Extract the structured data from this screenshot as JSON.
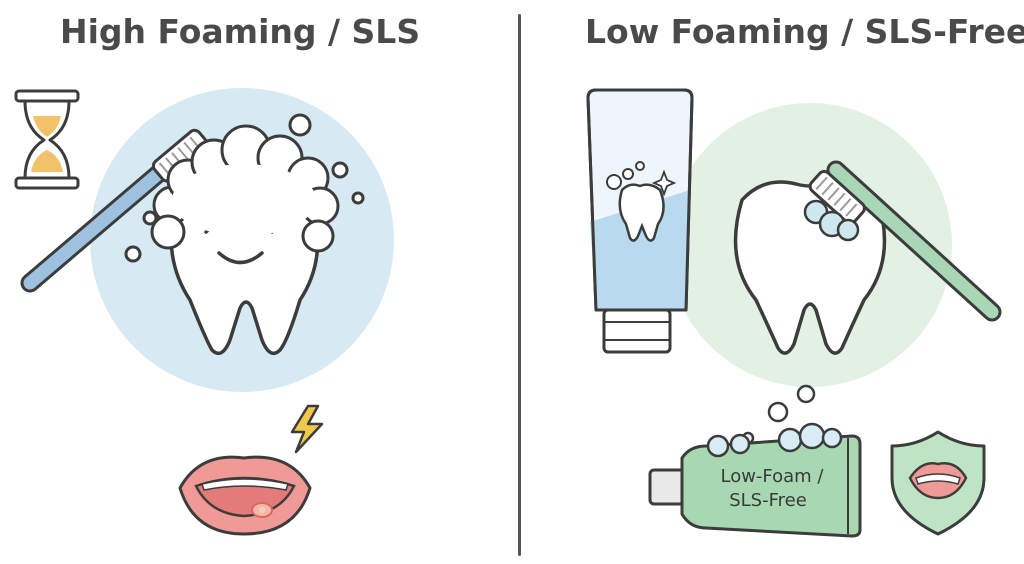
{
  "left_panel": {
    "title": "High Foaming / SLS",
    "accent_color": "#d7e9f3",
    "icons": [
      "hourglass-icon",
      "toothbrush-icon",
      "happy-tooth-icon",
      "foam-bubbles-icon",
      "irritated-mouth-icon",
      "lightning-icon"
    ]
  },
  "right_panel": {
    "title": "Low Foaming / SLS-Free",
    "accent_color": "#e2f1e4",
    "tube_label_line1": "Low-Foam /",
    "tube_label_line2": "SLS-Free",
    "icons": [
      "toothpaste-tube-icon",
      "tooth-icon",
      "toothbrush-icon",
      "shield-mouth-icon"
    ]
  }
}
